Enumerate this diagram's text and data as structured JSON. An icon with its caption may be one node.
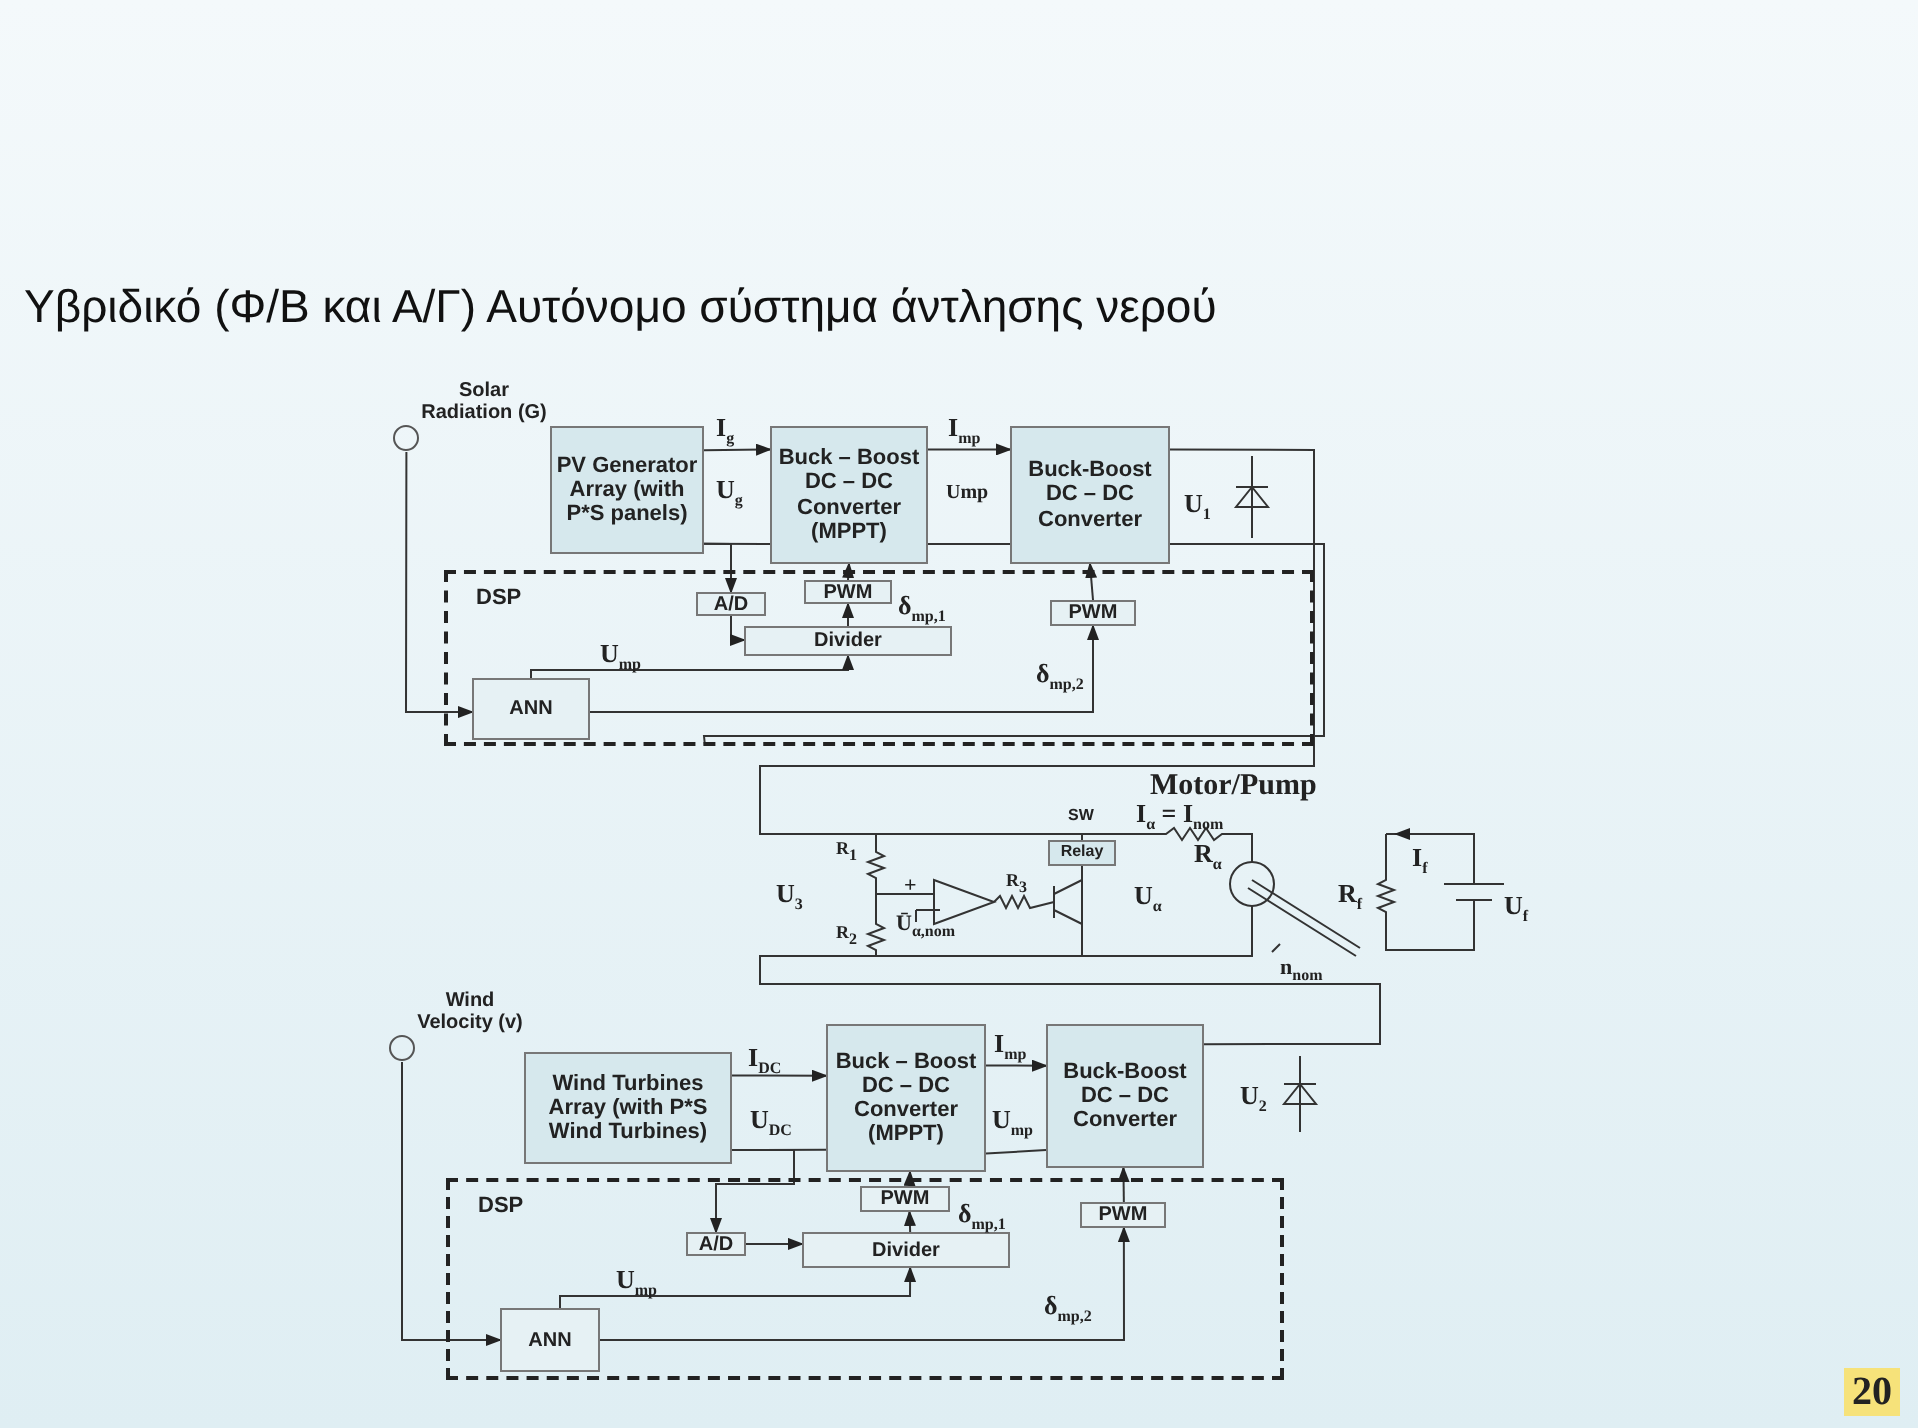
{
  "diagram": {
    "title": "Υβριδικό (Φ/Β και Α/Γ) Αυτόνομο σύστημα άντλησης νερού",
    "nodes": [
      {
        "text": [
          "Solar Radiation (G)"
        ]
      },
      {
        "text": [
          "PV Generator Array (with P*S panels)"
        ]
      },
      {
        "text": [
          "Buck – Boost DC – DC Converter (MPPT)"
        ]
      },
      {
        "text": [
          "Buck-Boost DC – DC Converter"
        ]
      },
      {
        "text": [
          "DSP"
        ]
      },
      {
        "text": [
          "A/D"
        ],
        "in": 4
      },
      {
        "text": [
          "PWM"
        ],
        "in": 4
      },
      {
        "text": [
          "Divider"
        ],
        "in": 4
      },
      {
        "text": [
          "PWM"
        ],
        "in": 4
      },
      {
        "text": [
          "ANN"
        ],
        "in": 4
      },
      {
        "text": [
          "Relay"
        ]
      },
      {
        "text": [
          "Wind Velocity (v)"
        ]
      },
      {
        "text": [
          "Wind Turbines Array (with P*S Wind Turbines)"
        ]
      },
      {
        "text": [
          "Buck – Boost DC – DC Converter (MPPT)"
        ]
      },
      {
        "text": [
          "Buck-Boost DC – DC Converter"
        ]
      },
      {
        "text": [
          "DSP"
        ]
      },
      {
        "text": [
          "PWM"
        ],
        "in": 15
      },
      {
        "text": [
          "A/D"
        ],
        "in": 15
      },
      {
        "text": [
          "Divider"
        ],
        "in": 15
      },
      {
        "text": [
          "PWM"
        ],
        "in": 15
      },
      {
        "text": [
          "ANN"
        ],
        "in": 15
      }
    ],
    "edges": [
      {
        "from": 0,
        "to": 9,
        "arrow": "to"
      },
      {
        "from": 1,
        "to": 2,
        "arrow": "to",
        "label": "I$_{g}$"
      },
      {
        "from": 1,
        "to": 2,
        "arrow": "none"
      },
      {
        "from": 1,
        "to": 5,
        "arrow": "to"
      },
      {
        "from": 2,
        "to": 3,
        "arrow": "to",
        "label": "I$_{mp}$"
      },
      {
        "from": 2,
        "to": 3,
        "arrow": "none"
      },
      {
        "from": 5,
        "to": 7,
        "arrow": "to"
      },
      {
        "from": 7,
        "to": 6,
        "arrow": "to",
        "label": "δ$_{mp,1}$"
      },
      {
        "from": 6,
        "to": 2,
        "arrow": "to"
      },
      {
        "from": 9,
        "to": 7,
        "arrow": "to",
        "label": "U$_{mp}$"
      },
      {
        "from": 9,
        "to": 8,
        "arrow": "to",
        "label": "δ$_{mp,2}$"
      },
      {
        "from": 8,
        "to": 3,
        "arrow": "to"
      },
      {
        "from": 3,
        "to": 4,
        "arrow": "none"
      },
      {
        "from": 3,
        "to": 10,
        "arrow": "none"
      },
      {
        "from": 11,
        "to": 20,
        "arrow": "to"
      },
      {
        "from": 12,
        "to": 13,
        "arrow": "to",
        "label": "I$_{DC}$"
      },
      {
        "from": 12,
        "to": 13,
        "arrow": "none"
      },
      {
        "from": 12,
        "to": 17,
        "arrow": "to"
      },
      {
        "from": 13,
        "to": 14,
        "arrow": "to",
        "label": "I$_{mp}$"
      },
      {
        "from": 13,
        "to": 14,
        "arrow": "none"
      },
      {
        "from": 17,
        "to": 18,
        "arrow": "to"
      },
      {
        "from": 18,
        "to": 16,
        "arrow": "to",
        "label": "δ$_{mp,1}$"
      },
      {
        "from": 16,
        "to": 13,
        "arrow": "to"
      },
      {
        "from": 20,
        "to": 18,
        "arrow": "to",
        "label": "U$_{mp}$"
      },
      {
        "from": 20,
        "to": 19,
        "arrow": "to",
        "label": "δ$_{mp,2}$"
      },
      {
        "from": 19,
        "to": 14,
        "arrow": "to"
      },
      {
        "from": 14,
        "to": 10,
        "arrow": "none"
      }
    ],
    "labels": [
      "U$_{g}$",
      "Ump",
      "U$_{1}$",
      "Motor/Pump",
      "SW",
      "I$_{α}$ = I$_{nom}$",
      "R$_{1}$",
      "R$_{α}$",
      "I$_{f}$",
      "U$_{3}$",
      "+",
      "R$_{3}$",
      "U$_{α}$",
      "R$_{f}$",
      "U$_{f}$",
      "R$_{2}$",
      "Ū$_{α,nom}$",
      "n$_{nom}$",
      "U$_{DC}$",
      "U$_{mp}$",
      "U$_{2}$",
      "20"
    ]
  }
}
